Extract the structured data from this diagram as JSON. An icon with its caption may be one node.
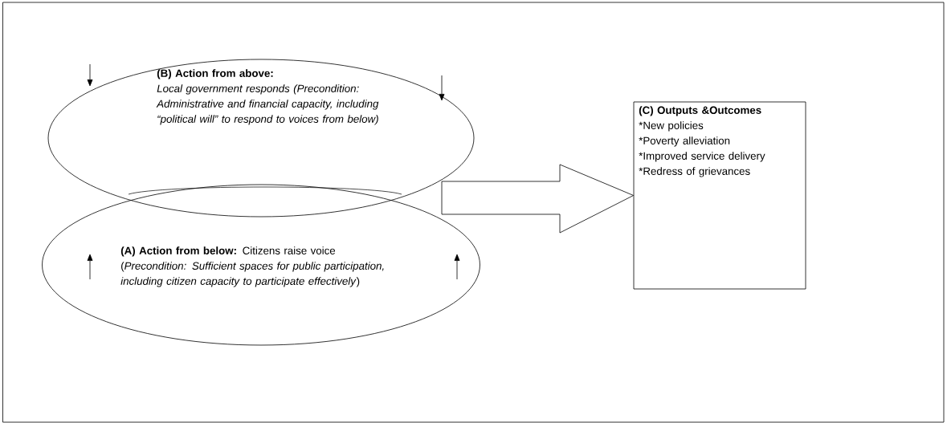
{
  "diagram": {
    "nodes": [
      {
        "text": [
          "(B)  Action from above:",
          "Local government responds (Precondition:  Administrative and financial capacity, including “political will” to respond to voices from below)"
        ]
      },
      {
        "text": [
          "**(A)  Action from below:**   Citizens raise voice (*Precondition:  Sufficient spaces for public participation, including citizen capacity to participate effectively*)"
        ]
      },
      {
        "text": [
          "(C) Outputs &Outcomes",
          "*New policies",
          "*Poverty alleviation",
          "*Improved service delivery",
          "*Redress of grievances"
        ]
      }
    ],
    "edges": [
      {
        "from": 0,
        "to": 2,
        "arrow": "to"
      },
      {
        "from": 1,
        "to": 2,
        "arrow": "to"
      }
    ]
  }
}
